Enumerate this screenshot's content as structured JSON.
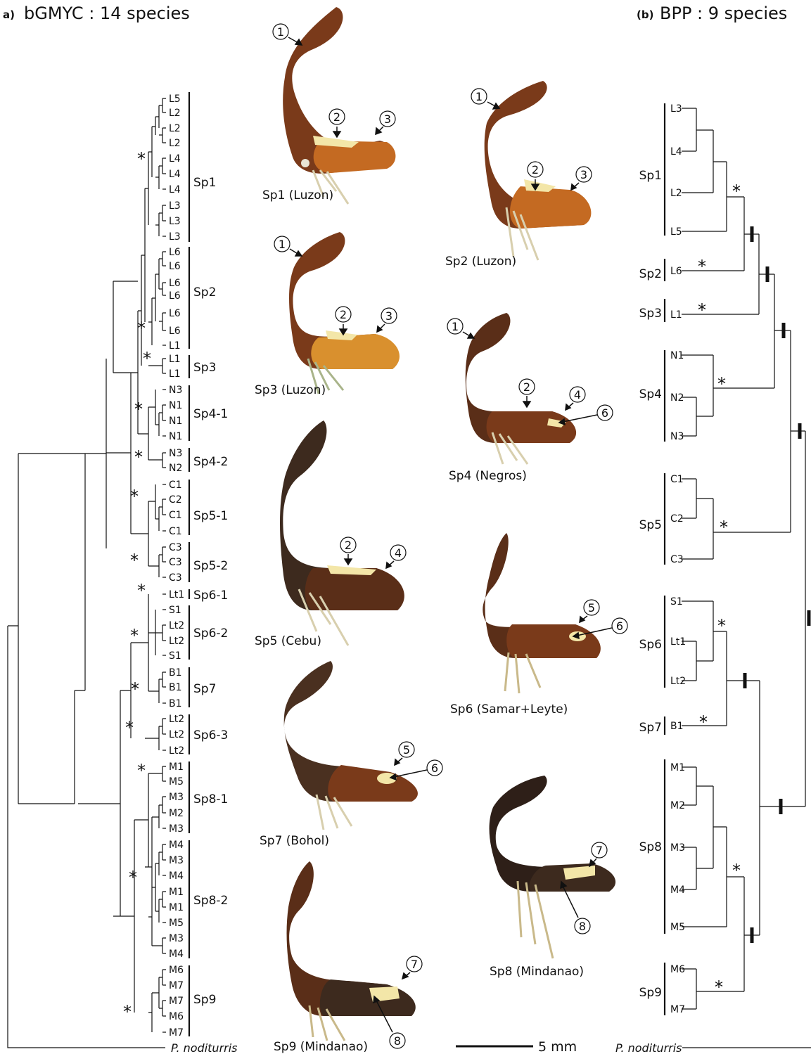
{
  "panel_a": {
    "label": "a)",
    "title": "bGMYC : 14 species"
  },
  "panel_b": {
    "label": "(b)",
    "title": "BPP : 9 species"
  },
  "outgroup": "P. noditurris",
  "support_symbol": "*",
  "scale_bar_label": "5 mm",
  "tree_a": {
    "tips": [
      "L5",
      "L2",
      "L2",
      "L2",
      "L4",
      "L4",
      "L4",
      "L3",
      "L3",
      "L3",
      "L6",
      "L6",
      "L6",
      "L6",
      "L6",
      "L6",
      "L1",
      "L1",
      "L1",
      "N3",
      "N1",
      "N1",
      "N1",
      "N3",
      "N2",
      "C1",
      "C2",
      "C1",
      "C1",
      "C3",
      "C3",
      "C3",
      "Lt1",
      "S1",
      "Lt2",
      "Lt2",
      "S1",
      "B1",
      "B1",
      "B1",
      "Lt2",
      "Lt2",
      "Lt2",
      "M1",
      "M5",
      "M3",
      "M2",
      "M3",
      "M4",
      "M3",
      "M4",
      "M1",
      "M1",
      "M5",
      "M3",
      "M4",
      "M6",
      "M7",
      "M7",
      "M6",
      "M7"
    ],
    "species": [
      "Sp1",
      "Sp2",
      "Sp3",
      "Sp4-1",
      "Sp4-2",
      "Sp5-1",
      "Sp5-2",
      "Sp6-1",
      "Sp6-2",
      "Sp7",
      "Sp6-3",
      "Sp8-1",
      "Sp8-2",
      "Sp9"
    ]
  },
  "tree_b": {
    "tips": [
      "L3",
      "L4",
      "L2",
      "L5",
      "L6",
      "L1",
      "N1",
      "N2",
      "N3",
      "C1",
      "C2",
      "C3",
      "S1",
      "Lt1",
      "Lt2",
      "B1",
      "M1",
      "M2",
      "M3",
      "M4",
      "M5",
      "M6",
      "M7"
    ],
    "species": [
      "Sp1",
      "Sp2",
      "Sp3",
      "Sp4",
      "Sp5",
      "Sp6",
      "Sp7",
      "Sp8",
      "Sp9"
    ]
  },
  "specimens": [
    "Sp1 (Luzon)",
    "Sp2 (Luzon)",
    "Sp3 (Luzon)",
    "Sp4 (Negros)",
    "Sp5 (Cebu)",
    "Sp6 (Samar+Leyte)",
    "Sp7 (Bohol)",
    "Sp8 (Mindanao)",
    "Sp9 (Mindanao)"
  ],
  "callout_numbers": [
    "1",
    "2",
    "3",
    "4",
    "5",
    "6",
    "7",
    "8"
  ],
  "colors": {
    "ink": "#111111",
    "body_brown": "#7a3a1a",
    "body_orange": "#c46a22",
    "body_dark": "#3d2a1e",
    "wing_amber": "#d9902e",
    "spot_cream": "#f3e6a8",
    "leg_pale": "#d8cfae"
  }
}
